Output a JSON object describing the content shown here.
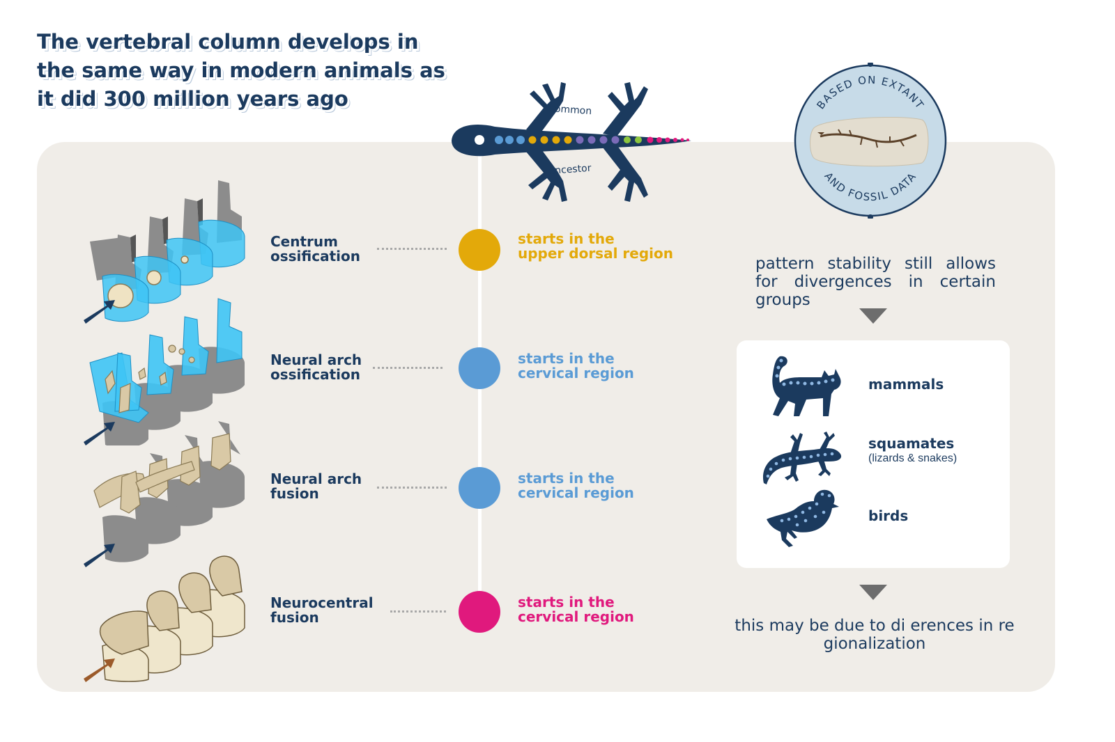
{
  "title": "The vertebral column develops in the same way in modern animals as it did 300 million years ago",
  "ancestor": {
    "label_top": "common",
    "label_bottom": "ancestor"
  },
  "badge": {
    "top_text": "BASED ON EXTANT",
    "bottom_text": "AND FOSSIL DATA"
  },
  "stages": [
    {
      "label": "Centrum\nossification",
      "result": "starts in the\nupper dorsal region",
      "color": "#e3a90a"
    },
    {
      "label": "Neural  arch\nossification",
      "result": "starts in the\ncervical region",
      "color": "#5a9bd5"
    },
    {
      "label": "Neural arch\nfusion",
      "result": "starts in the\ncervical region",
      "color": "#5a9bd5"
    },
    {
      "label": "Neurocentral\nfusion",
      "result": "starts in the\ncervical region",
      "color": "#e0197d"
    }
  ],
  "stability_text": "pattern stability still allows for divergences in certain groups",
  "groups": [
    {
      "name": "mammals",
      "icon": "cat-icon"
    },
    {
      "name": "squamates",
      "note": "(lizards & snakes)",
      "icon": "lizard-icon"
    },
    {
      "name": "birds",
      "icon": "bird-icon"
    }
  ],
  "conclusion": "this may be due to di erences in re gionalization",
  "colors": {
    "navy": "#1b3a5e",
    "panel": "#f0ede8",
    "centrum_blue": "#3ec4f5",
    "bone": "#d9c9a6"
  }
}
